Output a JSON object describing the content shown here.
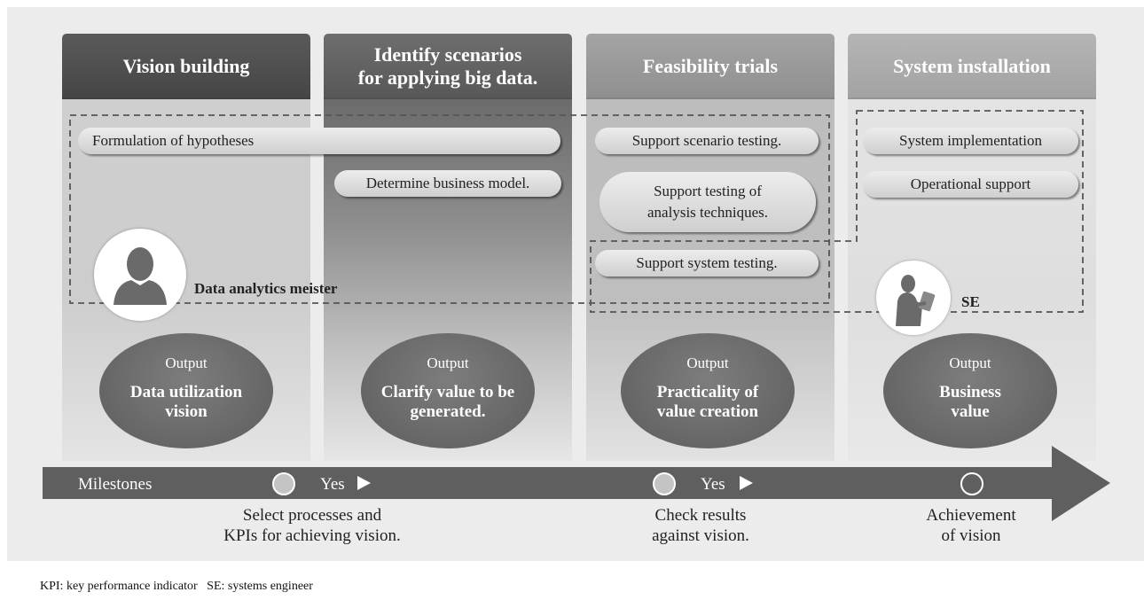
{
  "phases": [
    {
      "title": "Vision building"
    },
    {
      "title_line1": "Identify scenarios",
      "title_line2": "for applying big data."
    },
    {
      "title": "Feasibility trials"
    },
    {
      "title": "System installation"
    }
  ],
  "tasks": {
    "hypotheses": "Formulation of hypotheses",
    "business_model": "Determine business model.",
    "scenario_testing": "Support scenario testing.",
    "analysis_line1": "Support testing of",
    "analysis_line2": "analysis techniques.",
    "system_testing": "Support system testing.",
    "system_implementation": "System implementation",
    "operational_support": "Operational support"
  },
  "roles": {
    "meister": "Data analytics meister",
    "se": "SE"
  },
  "outputs": [
    {
      "label": "Output",
      "line1": "Data utilization",
      "line2": "vision"
    },
    {
      "label": "Output",
      "line1": "Clarify value to be",
      "line2": "generated."
    },
    {
      "label": "Output",
      "line1": "Practicality of",
      "line2": "value creation"
    },
    {
      "label": "Output",
      "line1": "Business",
      "line2": "value"
    }
  ],
  "milestones": {
    "label": "Milestones",
    "yes1": "Yes",
    "yes2": "Yes",
    "captions": [
      {
        "line1": "Select processes and",
        "line2": "KPIs for achieving vision."
      },
      {
        "line1": "Check results",
        "line2": "against vision."
      },
      {
        "line1": "Achievement",
        "line2": "of vision"
      }
    ]
  },
  "footnote": "KPI: key performance indicator   SE: systems engineer",
  "colors": {
    "arrow": "#5f5f5f",
    "milestone_circle_1": "#c4c4c4",
    "milestone_circle_2": "#c4c4c4",
    "milestone_circle_3": "#5f5f5f"
  }
}
